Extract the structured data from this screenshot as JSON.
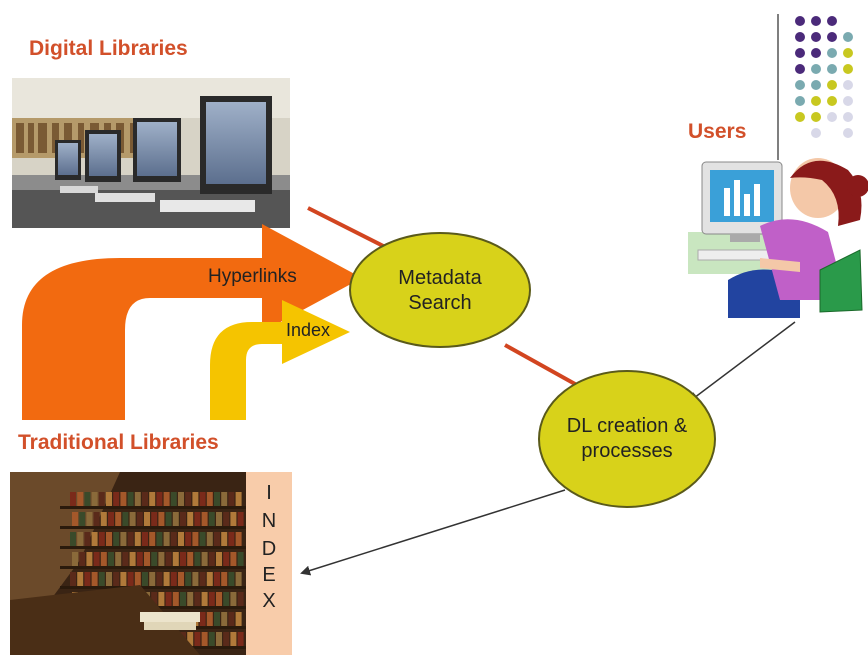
{
  "labels": {
    "digital_libraries": "Digital Libraries",
    "traditional_libraries": "Traditional Libraries",
    "users": "Users"
  },
  "nodes": {
    "metadata_search": {
      "line1": "Metadata",
      "line2": "Search"
    },
    "dl_creation": {
      "line1": "DL creation &",
      "line2": "processes"
    }
  },
  "arrows": {
    "hyperlinks": "Hyperlinks",
    "index": "Index"
  },
  "index_strip": [
    "I",
    "N",
    "D",
    "E",
    "X"
  ],
  "colors": {
    "label_text": "#d2502a",
    "ellipse_fill": "#d8d21a",
    "ellipse_stroke": "#5a5a1a",
    "hyperlinks_arrow": "#f26a10",
    "index_arrow": "#f5c400",
    "red_arrow": "#d24520",
    "index_strip": "#f8ccaa",
    "dot_purple": "#4b2a7a",
    "dot_teal": "#7aaab0",
    "dot_yellow": "#c8c820",
    "dot_lavender": "#d8d8e8"
  }
}
